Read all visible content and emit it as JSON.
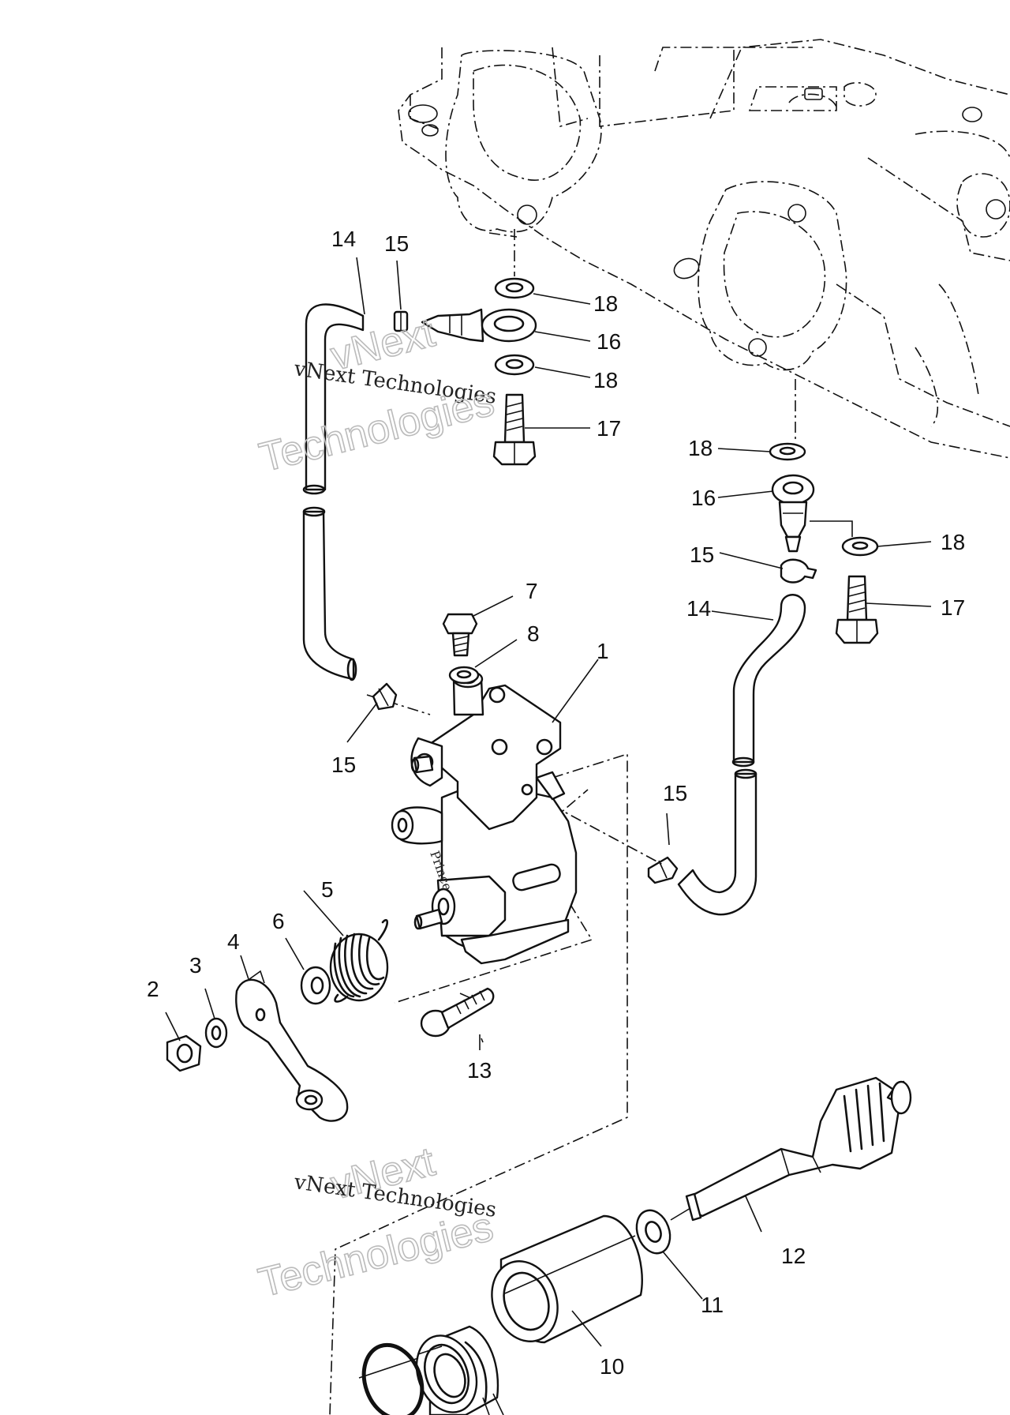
{
  "callouts": {
    "c1": "1",
    "c2": "2",
    "c3": "3",
    "c4": "4",
    "c5": "5",
    "c6": "6",
    "c7": "7",
    "c8": "8",
    "c10": "10",
    "c11": "11",
    "c12": "12",
    "c13": "13",
    "c14a": "14",
    "c15a": "15",
    "c18a": "18",
    "c16a": "16",
    "c18b": "18",
    "c17a": "17",
    "c18c": "18",
    "c16b": "16",
    "c15b": "15",
    "c18d": "18",
    "c14b": "14",
    "c17b": "17",
    "c15c": "15",
    "c15d": "15"
  },
  "watermarks": {
    "small": "vNext Technologies",
    "big_1": "vNext",
    "big_2": "Technologies"
  }
}
